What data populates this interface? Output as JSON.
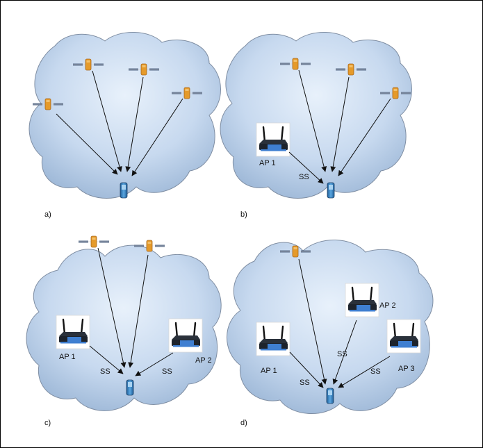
{
  "panels": [
    {
      "id": "a",
      "label": "a)",
      "satellites": 4,
      "access_points": [],
      "ss_labels": []
    },
    {
      "id": "b",
      "label": "b)",
      "satellites": 3,
      "access_points": [
        "AP 1"
      ],
      "ss_labels": [
        "SS"
      ]
    },
    {
      "id": "c",
      "label": "c)",
      "satellites": 2,
      "access_points": [
        "AP 1",
        "AP 2"
      ],
      "ss_labels": [
        "SS",
        "SS"
      ]
    },
    {
      "id": "d",
      "label": "d)",
      "satellites": 1,
      "access_points": [
        "AP 1",
        "AP 2",
        "AP 3"
      ],
      "ss_labels": [
        "SS",
        "SS",
        "SS"
      ]
    }
  ],
  "colors": {
    "cloud_light": "#dfeaf7",
    "cloud_dark": "#9fb9d8",
    "cloud_stroke": "#7f8ea3",
    "satellite_body": "#e59a2a",
    "satellite_panel": "#5a6d8a",
    "router_blue": "#3f7fd1",
    "router_dark": "#1d232c",
    "device": "#3b86c6",
    "arrow": "#111111"
  },
  "icons": {
    "satellite": "satellite-icon",
    "access_point": "wireless-router-icon",
    "receiver": "mobile-receiver-icon"
  }
}
